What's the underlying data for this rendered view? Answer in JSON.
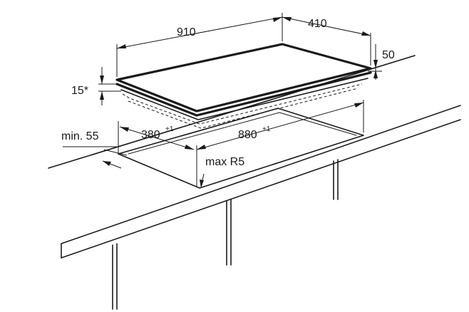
{
  "dimensions": {
    "hob_width": "910",
    "hob_depth": "410",
    "hob_height": "50",
    "edge_height": "15*",
    "min_distance_label": "min. 55",
    "cutout_depth": "380",
    "cutout_depth_tol": "+1",
    "cutout_width": "880",
    "cutout_width_tol": "+1",
    "corner_radius": "max R5"
  }
}
